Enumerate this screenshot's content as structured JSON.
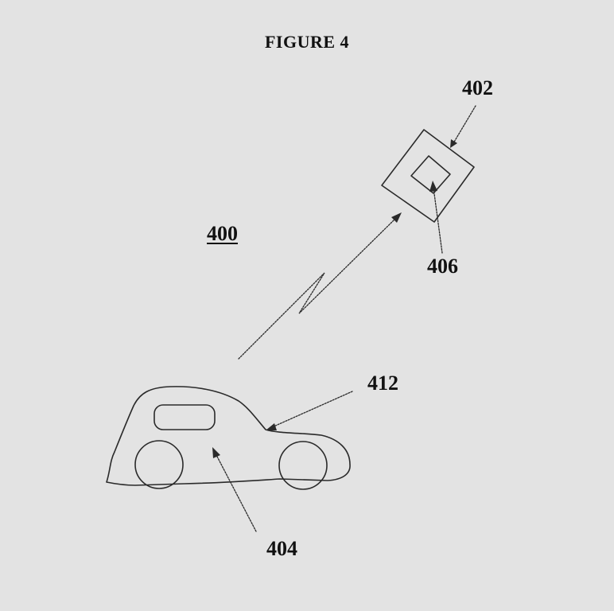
{
  "figure": {
    "title": "FIGURE 4"
  },
  "labels": {
    "system": "400",
    "device": "402",
    "vehicle": "404",
    "inner_element": "406",
    "vehicle_component": "412"
  },
  "colors": {
    "background": "#e3e3e3",
    "line": "#2a2a2a",
    "text": "#111111"
  },
  "icons": {
    "device": "diamond-device-icon",
    "inner_element": "inner-square-icon",
    "vehicle": "car-icon",
    "signal": "wireless-signal-zigzag"
  }
}
